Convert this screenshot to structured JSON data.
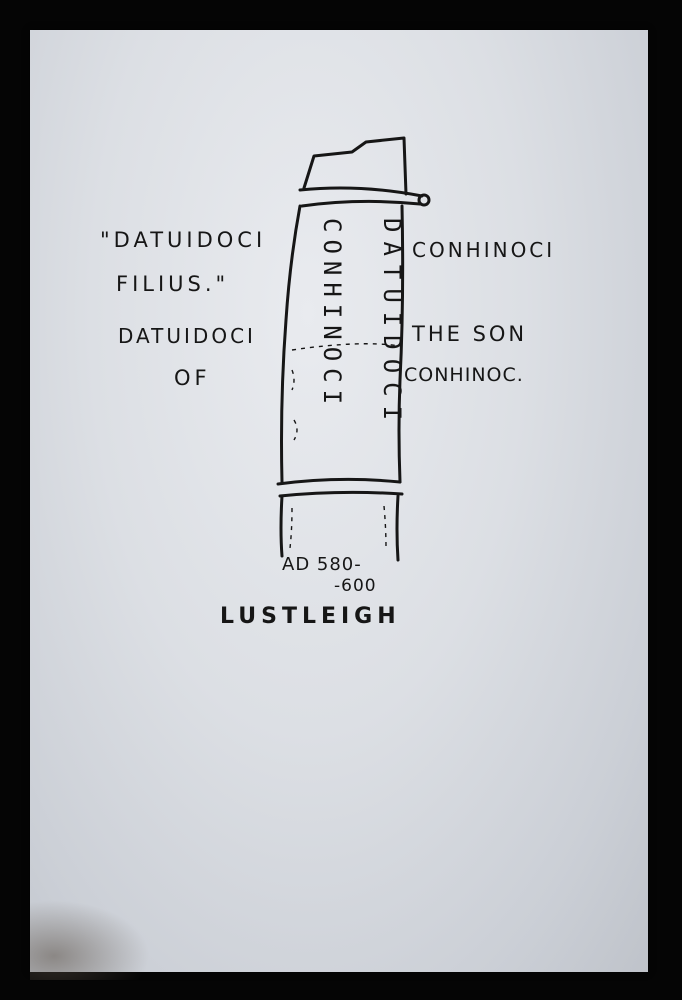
{
  "sketch": {
    "latin_line1": "\"DATUIDOCI",
    "latin_line2": "FILIUS.\"",
    "translation_name": "DATUIDOCI",
    "translation_of": "OF",
    "right_top": "CONHINOCI",
    "right_son": "THE SON",
    "right_bottom": "CONHINOC.",
    "date_line1": "AD 580-",
    "date_line2": "-600",
    "place": "LUSTLEIGH"
  },
  "stone_inscription": {
    "column_left": "CONHINOCI",
    "column_right": "DATUIDOCI"
  }
}
